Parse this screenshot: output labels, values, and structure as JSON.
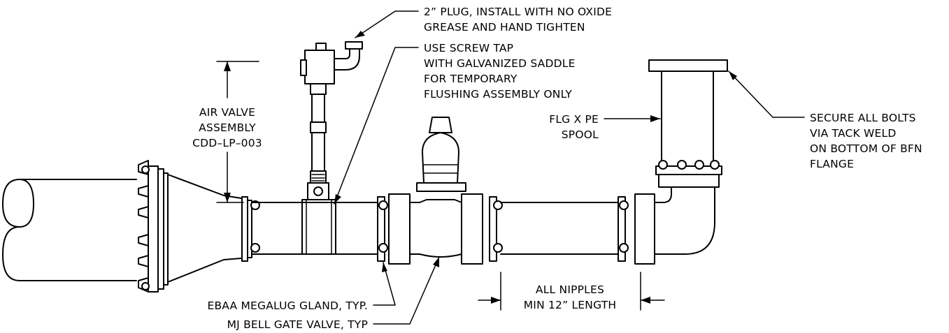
{
  "labels": {
    "plug": [
      "2” PLUG, INSTALL WITH NO OXIDE",
      "GREASE AND HAND TIGHTEN"
    ],
    "screw_tap": [
      "USE SCREW TAP",
      "WITH GALVANIZED SADDLE",
      "FOR TEMPORARY",
      "FLUSHING ASSEMBLY ONLY"
    ],
    "air_valve": [
      "AIR VALVE",
      "ASSEMBLY",
      "CDD–LP–003"
    ],
    "spool": [
      "FLG X PE",
      "SPOOL"
    ],
    "bolts": [
      "SECURE ALL BOLTS",
      "VIA TACK WELD",
      "ON BOTTOM OF BFN",
      "FLANGE"
    ],
    "nipples": [
      "ALL NIPPLES",
      "MIN 12” LENGTH"
    ],
    "megalug": "EBAA MEGALUG GLAND, TYP.",
    "gate_valve": "MJ BELL GATE VALVE, TYP"
  },
  "colors": {
    "line": "#000000",
    "background": "#ffffff"
  }
}
